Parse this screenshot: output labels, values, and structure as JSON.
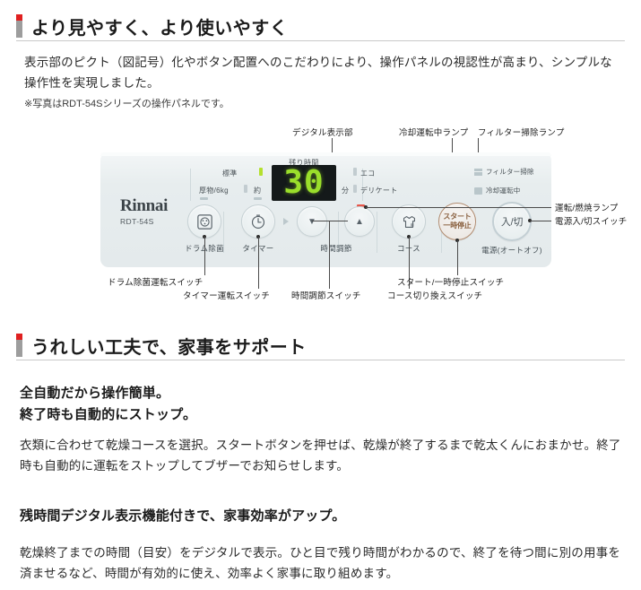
{
  "sections": [
    {
      "heading": "より見やすく、より使いやすく",
      "paragraph": "表示部のピクト（図記号）化やボタン配置へのこだわりにより、操作パネルの視認性が高まり、シンプルな操作性を実現しました。",
      "note": "※写真はRDT-54Sシリーズの操作パネルです。"
    },
    {
      "heading": "うれしい工夫で、家事をサポート",
      "lead1_line1": "全自動だから操作簡単。",
      "lead1_line2": "終了時も自動的にストップ。",
      "paragraph1": "衣類に合わせて乾燥コースを選択。スタートボタンを押せば、乾燥が終了するまで乾太くんにおまかせ。終了時も自動的に運転をストップしてブザーでお知らせします。",
      "lead2": "残時間デジタル表示機能付きで、家事効率がアップ。",
      "paragraph2": "乾燥終了までの時間（目安）をデジタルで表示。ひと目で残り時間がわかるので、終了を待つ間に別の用事を済ませるなど、時間が有効的に使え、効率よく家事に取り組めます。"
    }
  ],
  "panel": {
    "brand_name": "Rinnai",
    "model": "RDT-54S",
    "display": {
      "caption": "残り時間",
      "value": "30",
      "prefix": "約",
      "suffix": "分",
      "left_indicators": [
        {
          "label": "標準",
          "state": "on"
        },
        {
          "label": "厚物/6kg",
          "state": "off"
        }
      ],
      "right_indicators": [
        {
          "label": "エコ",
          "state": "off"
        },
        {
          "label": "デリケート",
          "state": "off"
        }
      ]
    },
    "lamps": [
      {
        "label": "フィルター掃除",
        "icon": "filter-grid-icon",
        "color": "#b9c6ca"
      },
      {
        "label": "冷却運転中",
        "icon": "lamp-chip-icon",
        "color": "#b9c6ca"
      },
      {
        "label": "運転/燃焼",
        "icon": "lamp-chip-red-icon",
        "color": "#e8564a"
      }
    ],
    "buttons": [
      {
        "id": "drum-sterilize",
        "caption": "ドラム除菌",
        "icon": "drum-icon",
        "glyph": ""
      },
      {
        "id": "timer",
        "caption": "タイマー",
        "icon": "clock-icon",
        "glyph": ""
      },
      {
        "id": "time-down",
        "caption": "",
        "icon": "triangle-down-icon",
        "glyph": "▼"
      },
      {
        "id": "time-up",
        "caption": "",
        "icon": "triangle-up-icon",
        "glyph": "▲"
      },
      {
        "id": "course",
        "caption": "コース",
        "icon": "shirt-icon",
        "glyph": ""
      },
      {
        "id": "start-pause",
        "caption": "",
        "icon": "start-pause-icon",
        "glyph": "スタート\n一時停止"
      },
      {
        "id": "power",
        "caption": "電源(オートオフ)",
        "icon": "power-icon",
        "glyph": "入/切"
      }
    ],
    "time_adjust_caption": "時間調節",
    "start_label_line1": "スタート",
    "start_label_line2": "一時停止",
    "power_label": "入/切"
  },
  "callouts": {
    "top": [
      {
        "id": "digital-display",
        "text": "デジタル表示部"
      },
      {
        "id": "cooling-lamp",
        "text": "冷却運転中ランプ"
      },
      {
        "id": "filter-lamp",
        "text": "フィルター掃除ランプ"
      }
    ],
    "right": [
      {
        "id": "operation-burn-lamp",
        "text": "運転/燃焼ランプ"
      },
      {
        "id": "power-switch",
        "text": "電源入/切スイッチ"
      }
    ],
    "bottom": [
      {
        "id": "drum-sterilize-switch",
        "text": "ドラム除菌運転スイッチ"
      },
      {
        "id": "timer-switch",
        "text": "タイマー運転スイッチ"
      },
      {
        "id": "time-adjust-switch",
        "text": "時間調節スイッチ"
      },
      {
        "id": "course-switch",
        "text": "コース切り換えスイッチ"
      },
      {
        "id": "start-pause-switch",
        "text": "スタート/一時停止スイッチ"
      }
    ]
  },
  "colors": {
    "accent_red": "#e02020",
    "heading_bar": "#9d9d9d",
    "panel_bg": "#e7edee",
    "lcd_bg": "#14191a",
    "lcd_green": "#9ade2b",
    "start_brown": "#8a6140",
    "lamp_red": "#e8564a"
  }
}
